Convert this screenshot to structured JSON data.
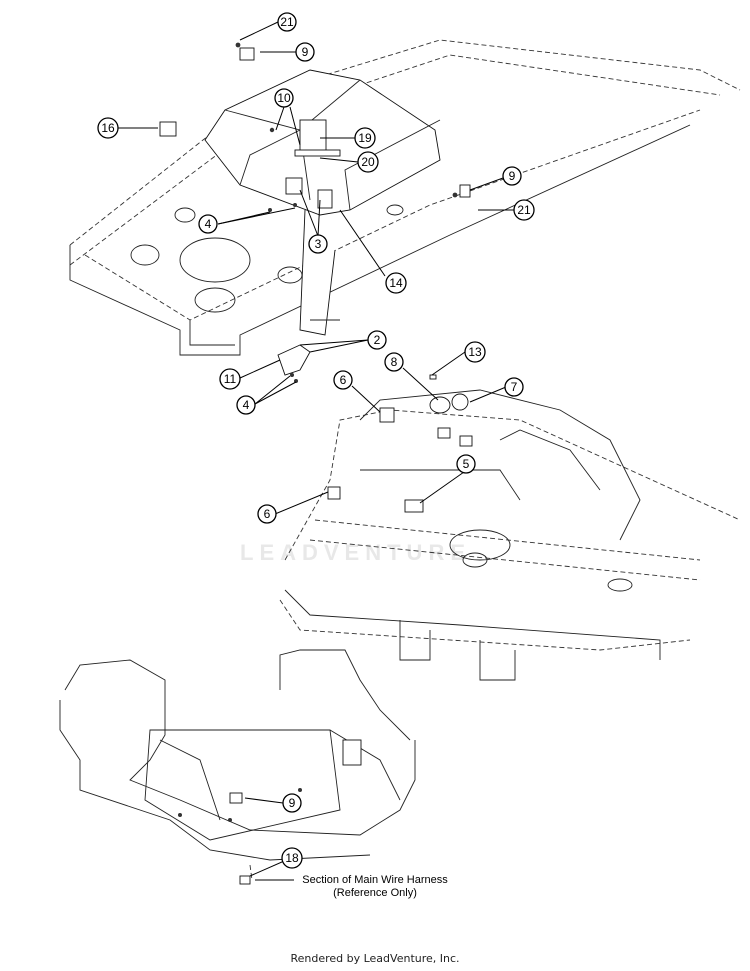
{
  "diagram": {
    "callouts": [
      "21",
      "9",
      "10",
      "16",
      "19",
      "20",
      "9",
      "21",
      "4",
      "3",
      "14",
      "2",
      "11",
      "4",
      "8",
      "13",
      "6",
      "7",
      "5",
      "6",
      "9",
      "18"
    ],
    "note": {
      "line1": "Section of Main Wire Harness",
      "line2": "(Reference Only)"
    },
    "watermark": "LEADVENTURE",
    "footer": "Rendered by LeadVenture, Inc."
  }
}
